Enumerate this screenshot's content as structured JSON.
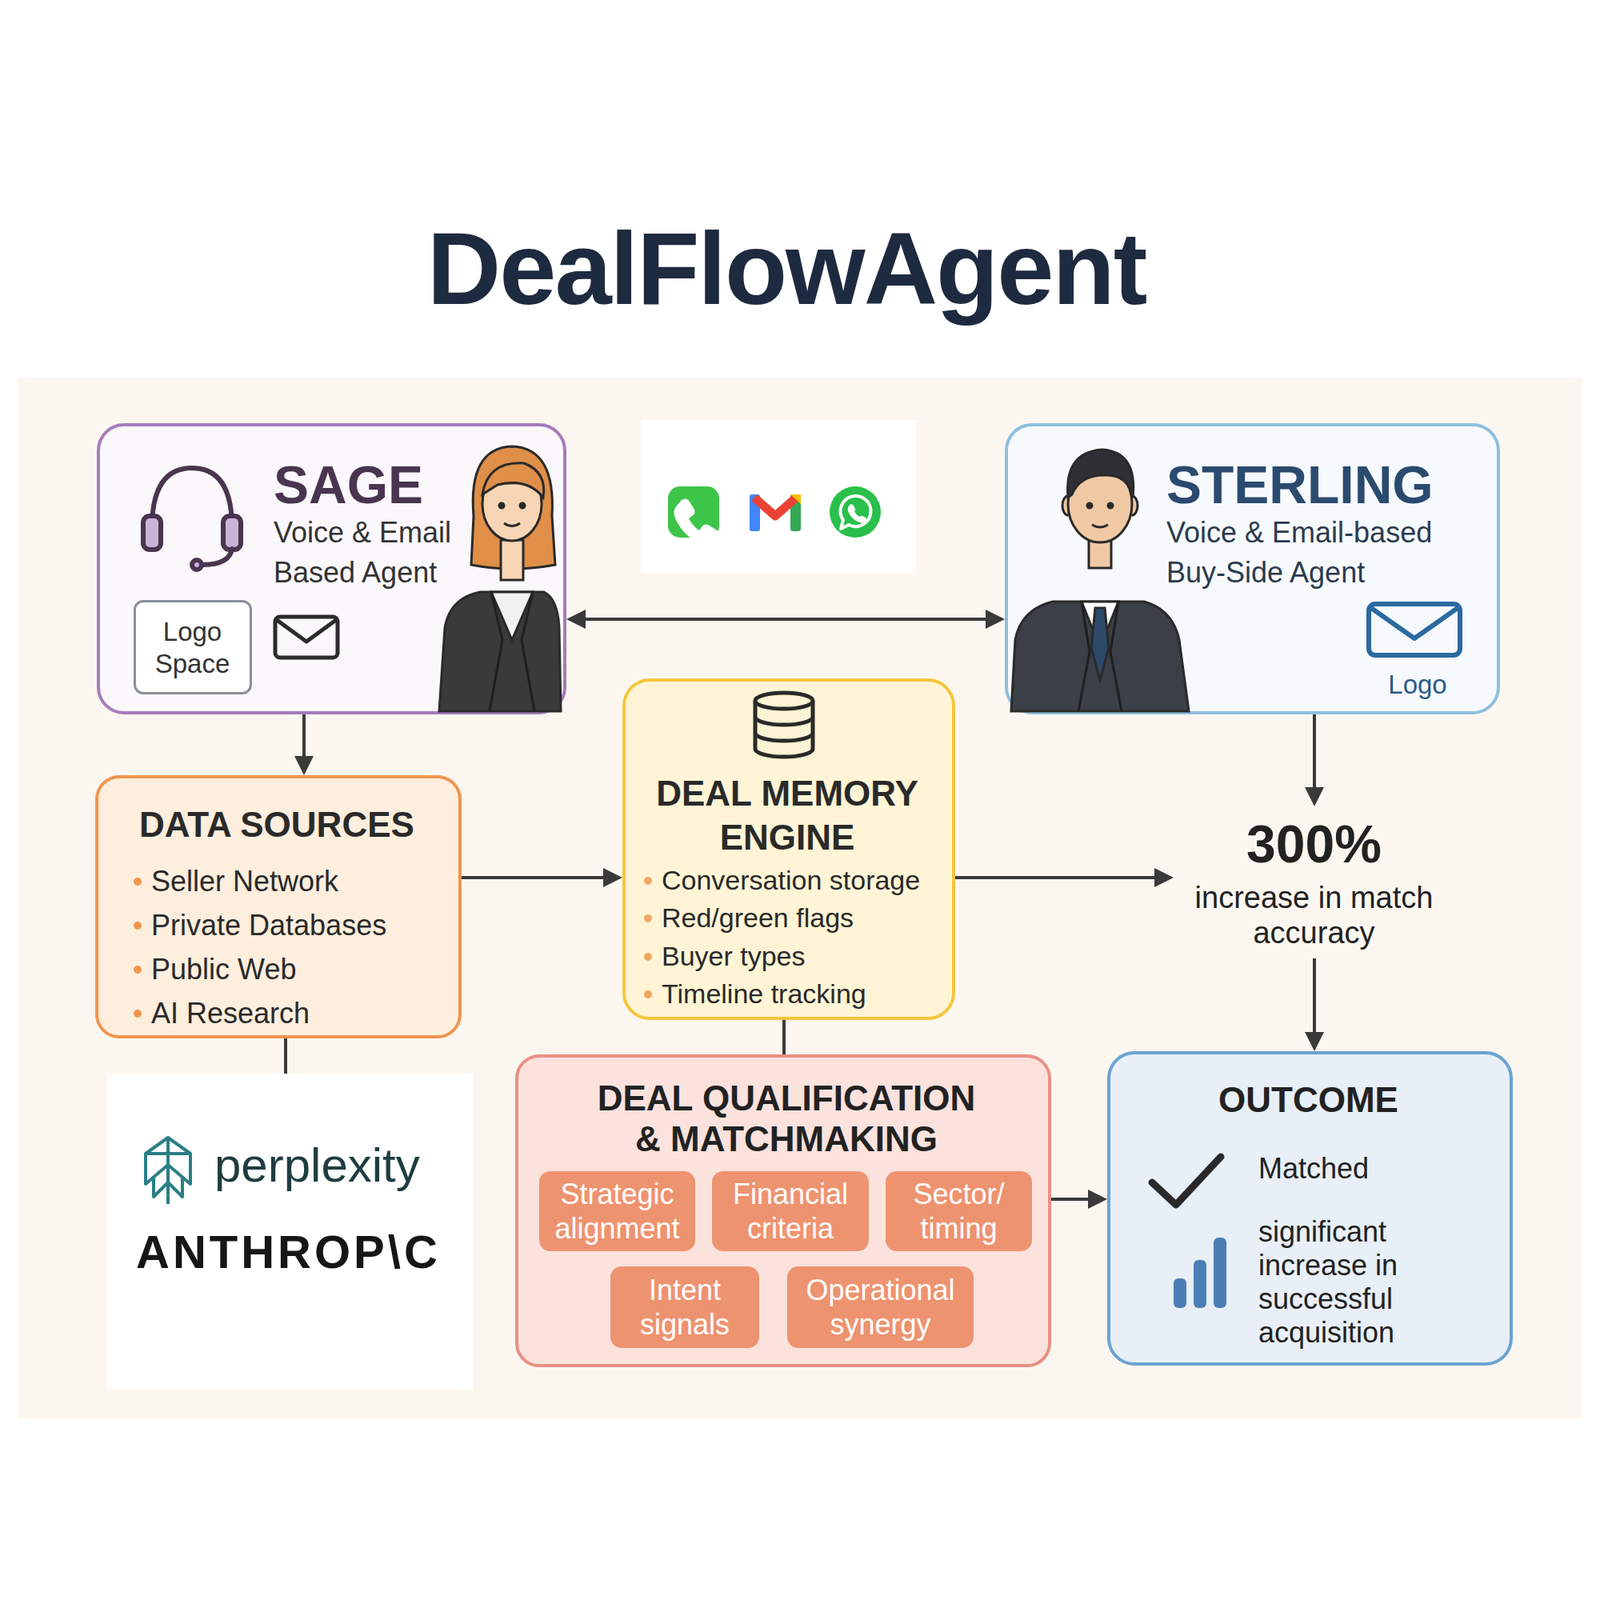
{
  "diagram": {
    "title": "DealFlowAgent",
    "nodes": [
      {
        "text": [
          "SAGE",
          "Voice & Email Based Agent"
        ]
      },
      {
        "text": [
          "Logo Space"
        ],
        "in": 0
      },
      {
        "text": [
          "STERLING",
          "Voice & Email-based Buy-Side Agent",
          "Logo"
        ]
      },
      {
        "text": [
          "DATA SOURCES",
          "Seller Network",
          "Private Databases",
          "Public Web",
          "AI Research"
        ]
      },
      {
        "text": [
          "DEAL MEMORY ENGINE",
          "Conversation storage",
          "Red/green flags",
          "Buyer types",
          "Timeline tracking"
        ]
      },
      {
        "text": [
          "300%",
          "increase in match accuracy"
        ]
      },
      {
        "text": [
          "perplexity",
          "ANTHROP\\C"
        ]
      },
      {
        "text": [
          "DEAL QUALIFICATION & MATCHMAKING"
        ]
      },
      {
        "text": [
          "Strategic alignment"
        ],
        "in": 7
      },
      {
        "text": [
          "Financial criteria"
        ],
        "in": 7
      },
      {
        "text": [
          "Sector/ timing"
        ],
        "in": 7
      },
      {
        "text": [
          "Intent signals"
        ],
        "in": 7
      },
      {
        "text": [
          "Operational synergy"
        ],
        "in": 7
      },
      {
        "text": [
          "OUTCOME",
          "Matched",
          "significant increase in successful acquisition"
        ]
      }
    ],
    "edges": [
      {
        "from": 0,
        "to": 2,
        "arrow": "both"
      },
      {
        "from": 0,
        "to": 3,
        "arrow": "to"
      },
      {
        "from": 3,
        "to": 4,
        "arrow": "to"
      },
      {
        "from": 4,
        "to": 5,
        "arrow": "to"
      },
      {
        "from": 2,
        "to": 5,
        "arrow": "to"
      },
      {
        "from": 5,
        "to": 13,
        "arrow": "to"
      },
      {
        "from": 4,
        "to": 7,
        "arrow": "none"
      },
      {
        "from": 7,
        "to": 13,
        "arrow": "to"
      },
      {
        "from": 3,
        "to": 6,
        "arrow": "none"
      }
    ]
  }
}
